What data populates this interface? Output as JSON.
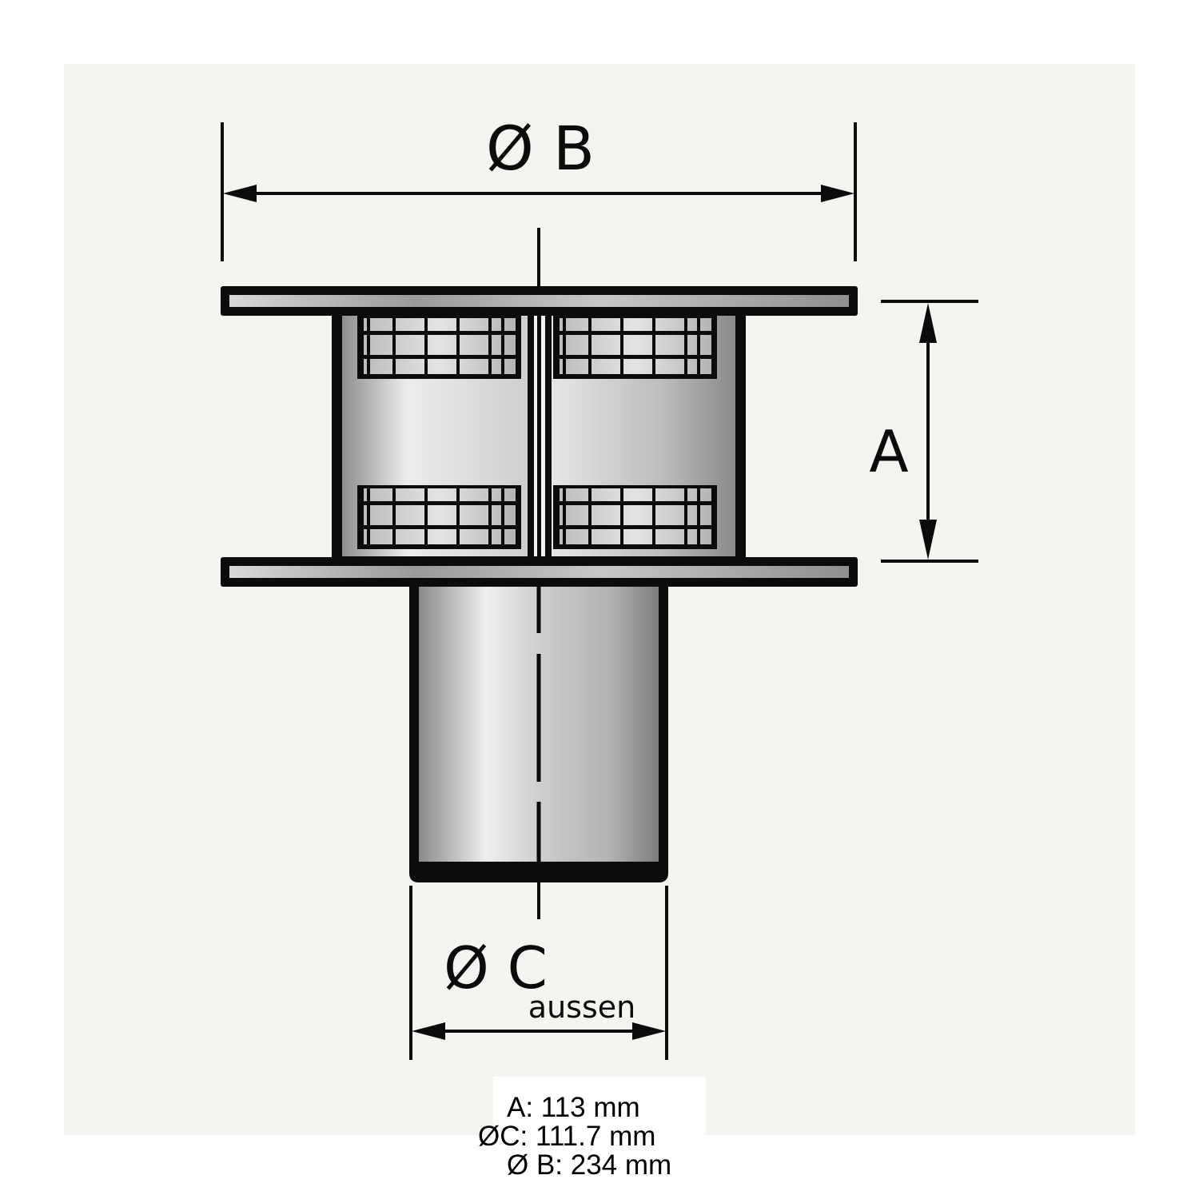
{
  "diagram": {
    "type": "technical-dimension-drawing",
    "subject": "roof vent cap with mesh grilles and connecting pipe",
    "labels": {
      "dim_b": "Ø B",
      "dim_a": "A",
      "dim_c": "Ø C",
      "dim_c_subscript": "aussen"
    },
    "specs": [
      {
        "key": "A",
        "text": "A: 113 mm",
        "value": 113,
        "unit": "mm"
      },
      {
        "key": "C",
        "text": "ØC: 111.7 mm",
        "value": 111.7,
        "unit": "mm"
      },
      {
        "key": "B",
        "text": "Ø B: 234 mm",
        "value": 234,
        "unit": "mm"
      }
    ],
    "colors": {
      "paper": "#f5f4f1",
      "ink": "#0b0b0b",
      "metal_light": "#ececec",
      "metal_dark": "#8a8a8a"
    }
  }
}
